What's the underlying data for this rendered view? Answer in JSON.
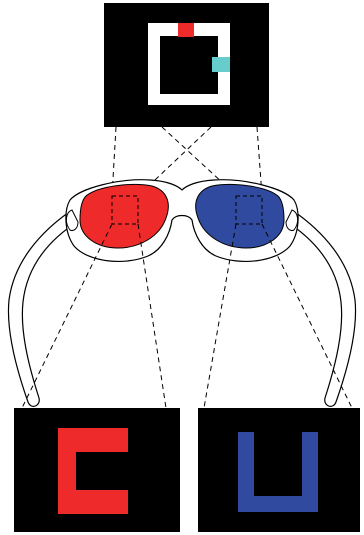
{
  "diagram": {
    "colors": {
      "panel_background": "#000000",
      "frame_white": "#ffffff",
      "red": "#ee2a2a",
      "cyan": "#66cccc",
      "blue": "#2f4a9e",
      "outline": "#000000"
    },
    "panels": [
      {
        "id": "top",
        "description_icon": "combined-anaglyph-square-icon"
      },
      {
        "id": "left",
        "description_icon": "red-c-bracket-icon"
      },
      {
        "id": "right",
        "description_icon": "blue-u-bracket-icon"
      }
    ],
    "lenses": [
      {
        "side": "left",
        "filter_color": "red"
      },
      {
        "side": "right",
        "filter_color": "blue"
      }
    ]
  }
}
